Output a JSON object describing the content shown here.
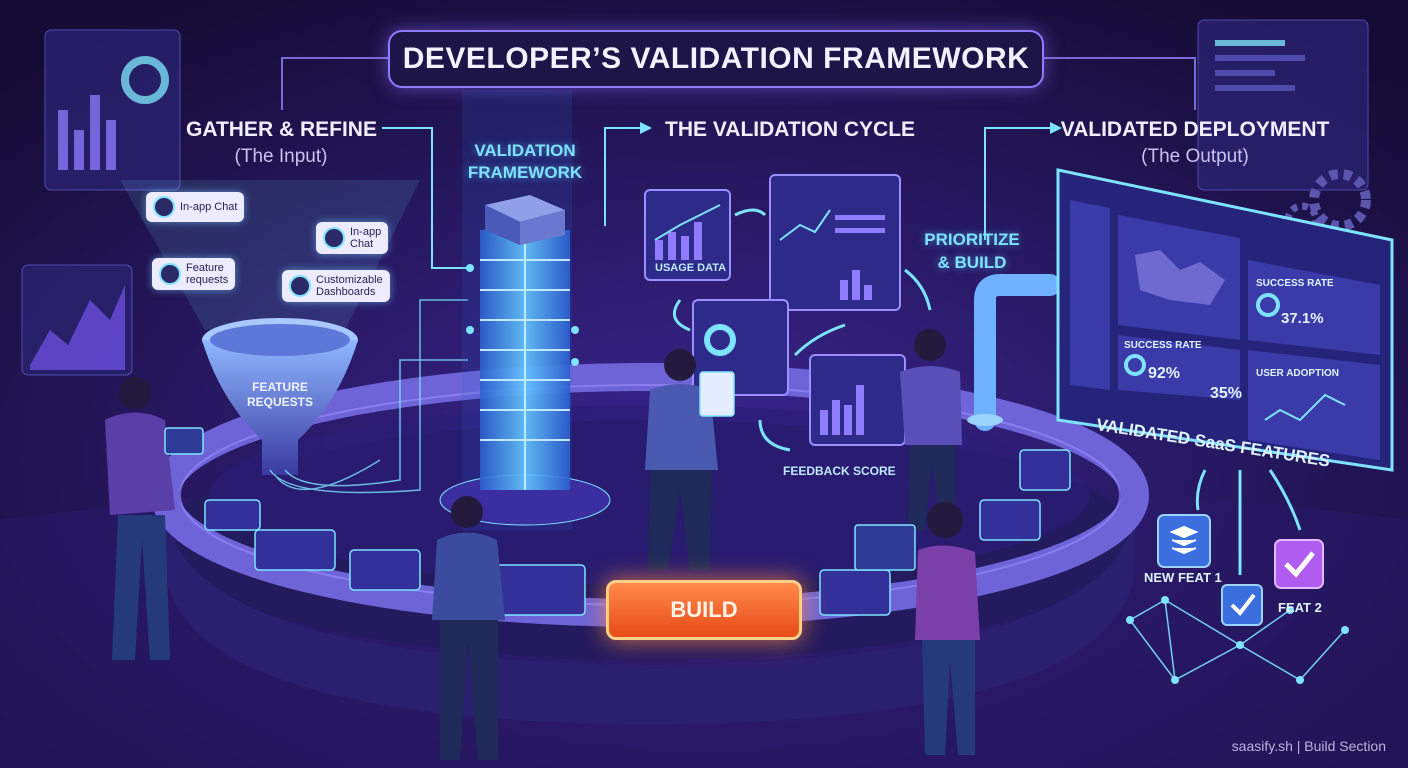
{
  "title": "DEVELOPER’S VALIDATION FRAMEWORK",
  "input": {
    "heading": "GATHER & REFINE",
    "sub": "(The Input)"
  },
  "column_label": [
    "VALIDATION",
    "FRAMEWORK"
  ],
  "cycle": {
    "heading": "THE VALIDATION CYCLE",
    "usage": "USAGE DATA",
    "feedback": "FEEDBACK SCORE"
  },
  "prioritize": [
    "PRIORITIZE",
    "& BUILD"
  ],
  "output": {
    "heading": "VALIDATED DEPLOYMENT",
    "sub": "(The Output)"
  },
  "bubbles": {
    "chat1": "In-app Chat",
    "feature": [
      "Feature",
      "requests"
    ],
    "chat2": [
      "In-app",
      "Chat"
    ],
    "dash": [
      "Customizable",
      "Dashboards"
    ]
  },
  "funnel_label": [
    "FEATURE",
    "REQUESTS"
  ],
  "dashboard": {
    "rate1_label": "SUCCESS RATE",
    "rate1_value": "37.1%",
    "rate2_label": "SUCCESS RATE",
    "rate2_value": "92%",
    "metric3": "35%",
    "adoption_label": "USER ADOPTION",
    "banner": "VALIDATED SaaS FEATURES"
  },
  "features": {
    "f1": "NEW FEAT 1",
    "f2": "FEAT 2"
  },
  "build_label": "BUILD",
  "footer": "saasify.sh | Build Section",
  "colors": {
    "background": "#1a1040",
    "accent": "#8f7bff",
    "cyan": "#7ee3ff",
    "build": "#ff6a2a"
  }
}
